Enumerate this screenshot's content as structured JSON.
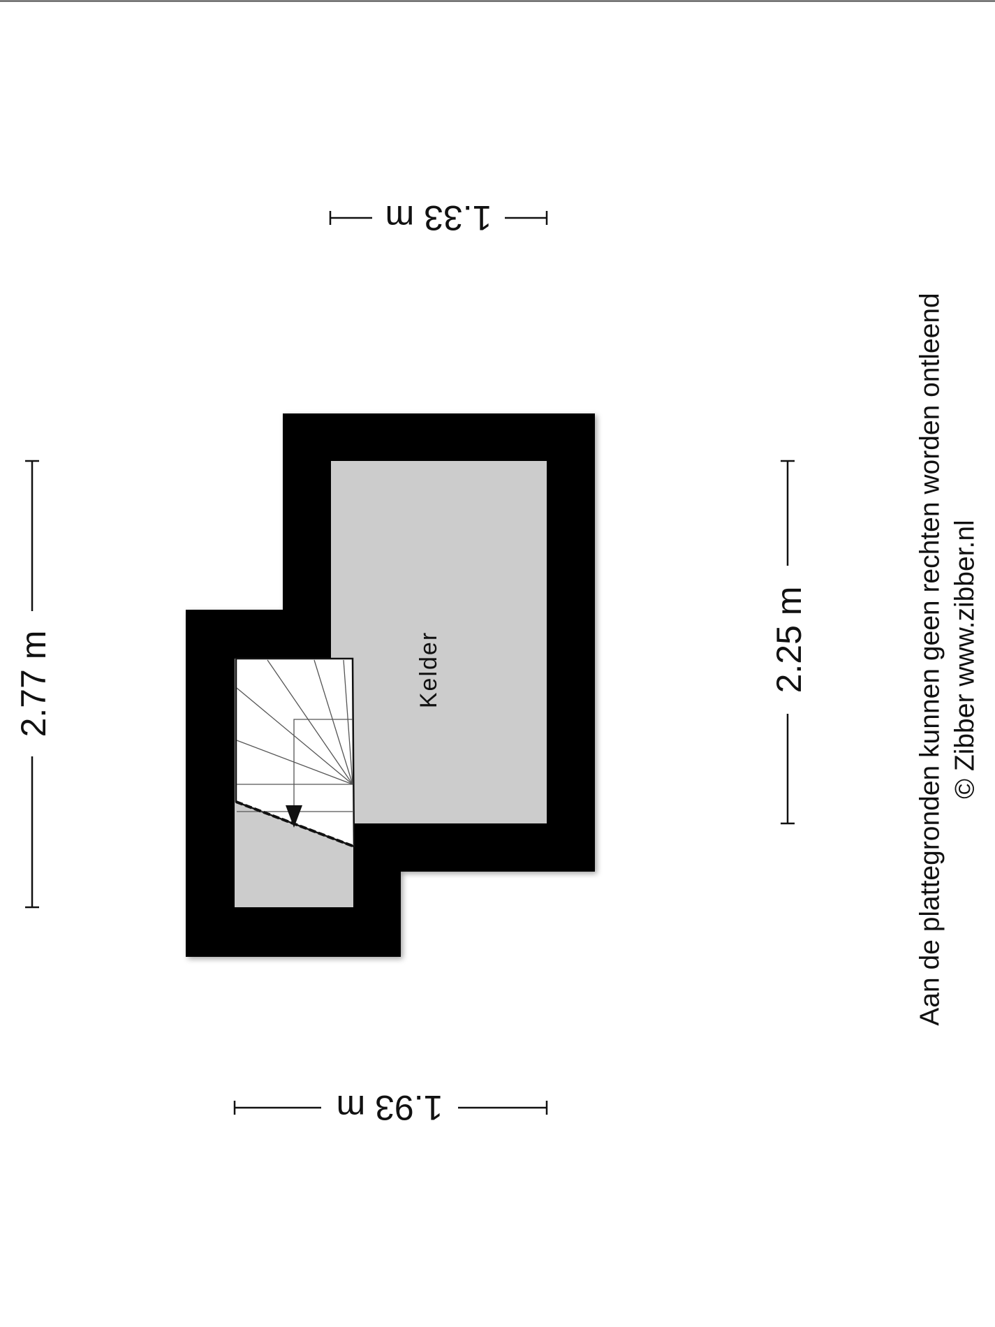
{
  "floorplan": {
    "room_label": "Kelder",
    "dimensions": {
      "top_width": "1.33 m",
      "bottom_width": "1.93 m",
      "left_height": "2.77 m",
      "right_height": "2.25 m"
    },
    "disclaimer": "Aan de plattegronden kunnen geen rechten worden ontleend",
    "copyright": "© Zibber www.zibber.nl"
  },
  "colors": {
    "wall": "#000000",
    "floor": "#cccccc",
    "stair": "#ffffff",
    "line": "#111111"
  }
}
